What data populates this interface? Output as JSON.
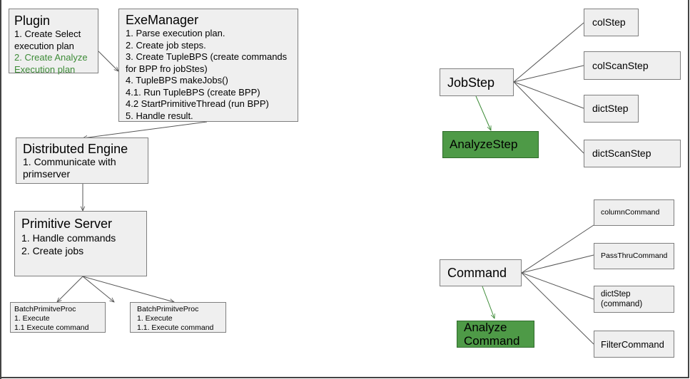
{
  "plugin": {
    "title": "Plugin",
    "lines": [
      "1. Create Select",
      "execution plan"
    ],
    "green_lines": [
      "2. Create Analyze",
      "Execution plan"
    ]
  },
  "exemanager": {
    "title": "ExeManager",
    "lines": [
      "1. Parse execution plan.",
      "2. Create job steps.",
      "3. Create TupleBPS (create commands",
      "for BPP fro jobStes)",
      "4. TupleBPS makeJobs()",
      "4.1. Run TupleBPS (create BPP)",
      "4.2 StartPrimitiveThread (run BPP)",
      "5. Handle result."
    ]
  },
  "distributed": {
    "title": "Distributed Engine",
    "lines": [
      "1. Communicate with",
      "primserver"
    ]
  },
  "primitive": {
    "title": "Primitive Server",
    "lines": [
      "1. Handle commands",
      "2. Create jobs"
    ]
  },
  "bpp1": {
    "lines": [
      "BatchPrimitveProc",
      "1. Execute",
      "1.1 Execute command"
    ]
  },
  "bpp2": {
    "lines": [
      "BatchPrimitveProc",
      "1. Execute",
      "1.1. Execute command"
    ]
  },
  "jobstep": {
    "label": "JobStep",
    "analyze": "AnalyzeStep",
    "children": [
      "colStep",
      "colScanStep",
      "dictStep",
      "dictScanStep"
    ]
  },
  "command": {
    "label": "Command",
    "analyze": [
      "Analyze",
      "Command"
    ],
    "children": {
      "column": "columnCommand",
      "passthru": "PassThruCommand",
      "dictstep": [
        "dictStep",
        "(command)"
      ],
      "filter": "FilterCommand"
    }
  },
  "colors": {
    "box_fill": "#efefef",
    "box_border": "#7f7f7f",
    "green_fill": "#4e9a47",
    "green_text": "#3d8b37",
    "green_arrow": "#3d8b37"
  }
}
